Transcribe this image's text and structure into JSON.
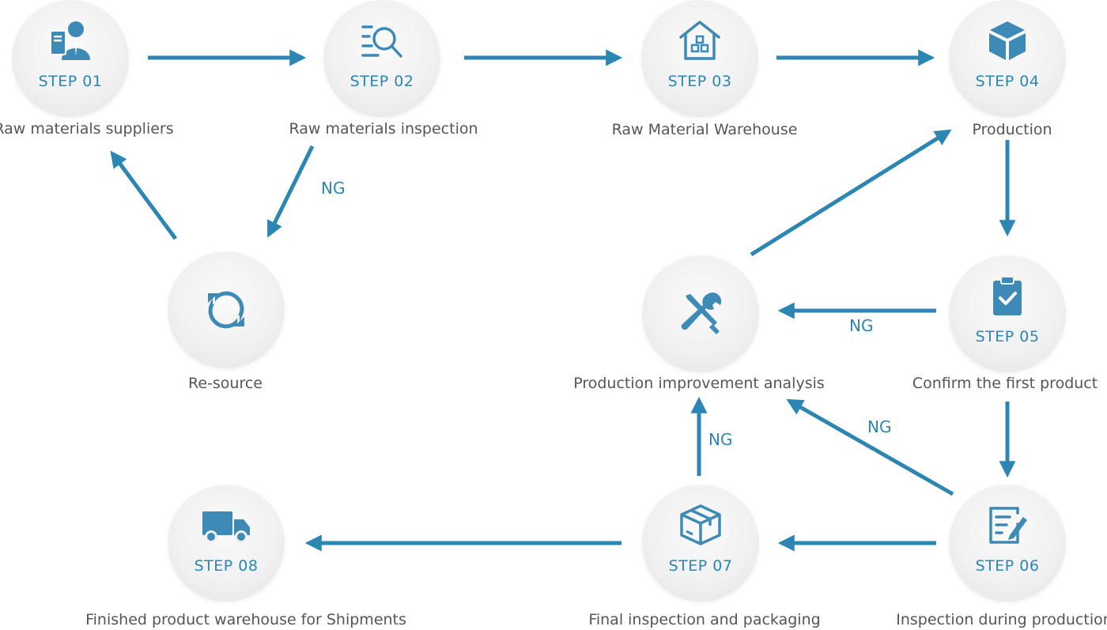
{
  "colors": {
    "accent": "#2c86b4",
    "icon": "#3d8ab6",
    "text": "#555555",
    "circle": "#f0f0f0"
  },
  "nodes": [
    {
      "id": "step01",
      "step": "STEP 01",
      "label": "Raw materials suppliers",
      "icon": "supplier-person-icon"
    },
    {
      "id": "step02",
      "step": "STEP 02",
      "label": "Raw materials inspection",
      "icon": "search-list-icon"
    },
    {
      "id": "step03",
      "step": "STEP 03",
      "label": "Raw Material Warehouse",
      "icon": "warehouse-icon"
    },
    {
      "id": "step04",
      "step": "STEP 04",
      "label": "Production",
      "icon": "cube-icon"
    },
    {
      "id": "step05",
      "step": "STEP 05",
      "label": "Confirm the first product",
      "icon": "clipboard-check-icon"
    },
    {
      "id": "step06",
      "step": "STEP 06",
      "label": "Inspection during production",
      "icon": "edit-document-icon"
    },
    {
      "id": "step07",
      "step": "STEP 07",
      "label": "Final inspection and packaging",
      "icon": "package-box-icon"
    },
    {
      "id": "step08",
      "step": "STEP 08",
      "label": "Finished product warehouse for Shipments",
      "icon": "truck-icon"
    },
    {
      "id": "resource",
      "step": "",
      "label": "Re-source",
      "icon": "refresh-icon"
    },
    {
      "id": "improve",
      "step": "",
      "label": "Production improvement analysis",
      "icon": "tools-icon"
    }
  ],
  "ng_labels": [
    "NG",
    "NG",
    "NG",
    "NG"
  ]
}
